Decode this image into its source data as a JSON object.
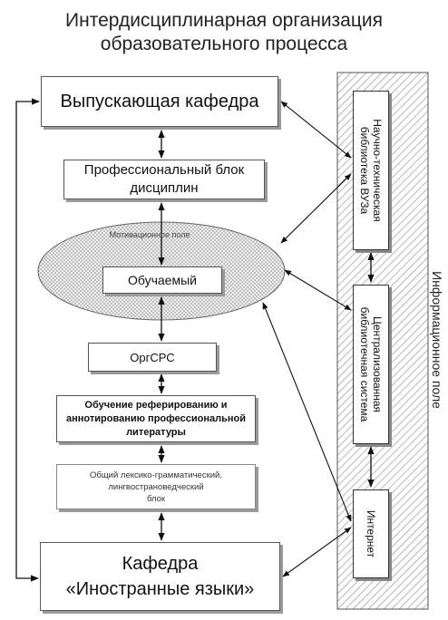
{
  "title": {
    "line1": "Интердисциплинарная организация",
    "line2": "образовательного процесса"
  },
  "boxes": {
    "graduating_department": "Выпускающая кафедра",
    "professional_block_line1": "Профессиональный блок",
    "professional_block_line2": "дисциплин",
    "motivation_field": "Мотивационное поле",
    "student": "Обучаемый",
    "org_srs": "ОргСРС",
    "teaching_line1": "Обучение реферированию и",
    "teaching_line2": "аннотированию профессиональной",
    "teaching_line3": "литературы",
    "general_line1": "Общий лексико-грамматический,",
    "general_line2": "лингвострановедческий",
    "general_line3": "блок",
    "foreign_dept_line1": "Кафедра",
    "foreign_dept_line2": "«Иностранные языки»"
  },
  "info_field": {
    "label": "Информационное поле",
    "library1_line1": "Научно-техническая",
    "library1_line2": "библиотека ВУЗа",
    "library2_line1": "Централизованная",
    "library2_line2": "библиотечная система",
    "internet": "Интернет"
  },
  "colors": {
    "info_hatch": "#9a9a9a",
    "ellipse_fill": "#dcdcdc",
    "box_shadow": "#9a9a9a"
  }
}
